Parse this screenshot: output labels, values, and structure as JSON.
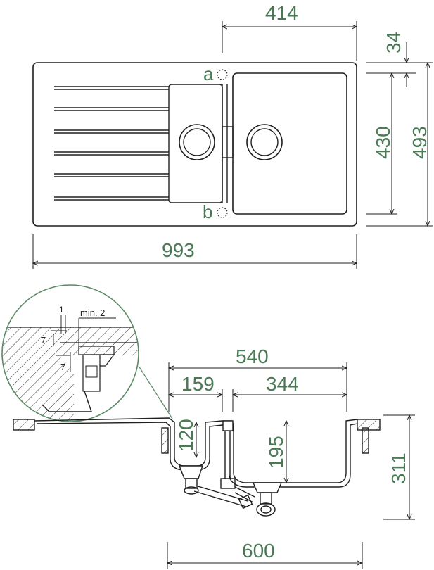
{
  "dims": {
    "top_width": "414",
    "corner": "34",
    "bowl_height": "430",
    "total_height": "493",
    "total_width": "993",
    "bowl_span": "540",
    "small_bowl": "159",
    "big_bowl": "344",
    "depth_small": "120",
    "depth_big": "195",
    "overall_depth": "311",
    "cabinet": "600"
  },
  "labels": {
    "a": "a",
    "b": "b"
  },
  "detail": {
    "d1": "1",
    "min2": "min. 2",
    "d7a": "7",
    "d7b": "7"
  },
  "colors": {
    "dimension": "#4a7a55",
    "outline": "#1f1f1f",
    "detail_circle": "#5a8a65"
  }
}
